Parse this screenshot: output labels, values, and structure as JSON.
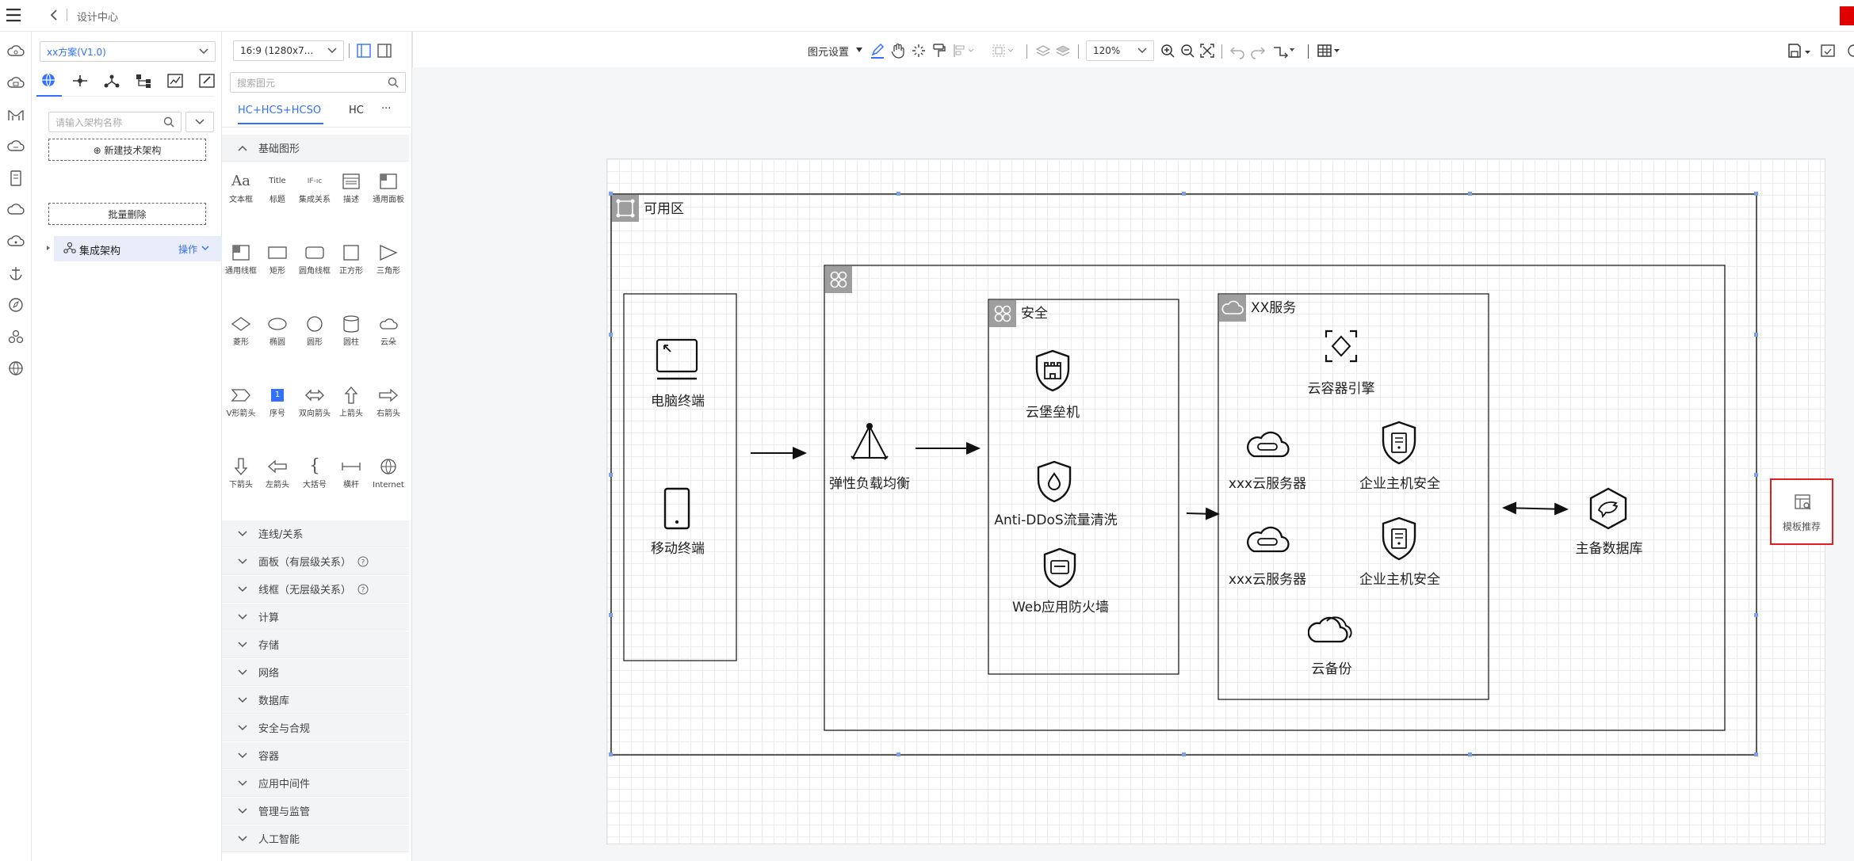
{
  "topbar": {
    "menu_icon": "hamburger-icon",
    "back_icon": "chevron-left-icon",
    "breadcrumb": "设计中心"
  },
  "tree_panel": {
    "scheme_select": "xx方案(V1.0)",
    "tabs": [
      "globe",
      "tree",
      "branch",
      "hierarchy",
      "chart",
      "edit"
    ],
    "search_placeholder": "请输入架构名称",
    "new_button": "⊕ 新建技术架构",
    "batch_delete": "批量删除",
    "tree_item": "集成架构",
    "tree_item_action": "操作"
  },
  "palette": {
    "ratio_select": "16:9 (1280x7...",
    "search_placeholder": "搜索图元",
    "tabs": [
      "HC+HCS+HCSO",
      "HC",
      "···"
    ],
    "basic_section": "基础图形",
    "shapes": [
      {
        "icon": "text-aa",
        "label": "文本框"
      },
      {
        "icon": "title",
        "label": "标题"
      },
      {
        "icon": "if-else",
        "label": "集成关系"
      },
      {
        "icon": "description",
        "label": "描述"
      },
      {
        "icon": "panel",
        "label": "通用面板"
      },
      {
        "icon": "wire-frame",
        "label": "通用线框"
      },
      {
        "icon": "rect",
        "label": "矩形"
      },
      {
        "icon": "rounded-rect",
        "label": "圆角线框"
      },
      {
        "icon": "square",
        "label": "正方形"
      },
      {
        "icon": "triangle",
        "label": "三角形"
      },
      {
        "icon": "diamond",
        "label": "菱形"
      },
      {
        "icon": "ellipse",
        "label": "椭圆"
      },
      {
        "icon": "circle",
        "label": "圆形"
      },
      {
        "icon": "cylinder",
        "label": "圆柱"
      },
      {
        "icon": "cloud",
        "label": "云朵"
      },
      {
        "icon": "v-arrow",
        "label": "V形箭头"
      },
      {
        "icon": "number",
        "label": "序号"
      },
      {
        "icon": "double-arrow",
        "label": "双向箭头"
      },
      {
        "icon": "up-arrow",
        "label": "上箭头"
      },
      {
        "icon": "right-arrow",
        "label": "右箭头"
      },
      {
        "icon": "down-arrow",
        "label": "下箭头"
      },
      {
        "icon": "left-arrow",
        "label": "左箭头"
      },
      {
        "icon": "brace",
        "label": "大括号"
      },
      {
        "icon": "beam",
        "label": "横杆"
      },
      {
        "icon": "internet",
        "label": "Internet"
      }
    ],
    "number_badge": "1",
    "categories": [
      "连线/关系",
      "面板（有层级关系）",
      "线框（无层级关系）",
      "计算",
      "存储",
      "网络",
      "数据库",
      "安全与合规",
      "容器",
      "应用中间件",
      "管理与监管",
      "人工智能"
    ]
  },
  "toolbar": {
    "element_settings": "图元设置",
    "zoom": "120%"
  },
  "diagram": {
    "az_label": "可用区",
    "pc_label": "电脑终端",
    "mobile_label": "移动终端",
    "elb_label": "弹性负载均衡",
    "security_label": "安全",
    "cbh_label": "云堡垒机",
    "ddos_label": "Anti-DDoS流量清洗",
    "waf_label": "Web应用防火墙",
    "xx_label": "XX服务",
    "cce_label": "云容器引擎",
    "ecs1_label": "xxx云服务器",
    "hss1_label": "企业主机安全",
    "ecs2_label": "xxx云服务器",
    "hss2_label": "企业主机安全",
    "cbr_label": "云备份",
    "db_label": "主备数据库"
  },
  "template_button": {
    "label": "模板推荐",
    "border_color": "#e02020"
  },
  "colors": {
    "accent": "#3370ff",
    "panel_header": "#9e9e9e",
    "red_corner": "#e00000"
  }
}
